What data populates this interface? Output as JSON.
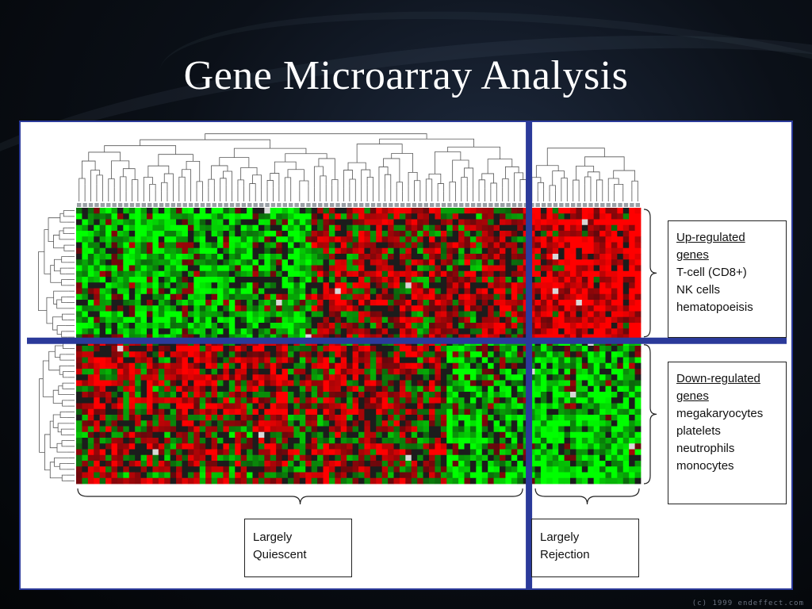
{
  "slide": {
    "title": "Gene Microarray Analysis",
    "credit": "(c) 1999 endeffect.com"
  },
  "colors": {
    "divider": "#2b3a9a",
    "up": "#ff1a1a",
    "down": "#22ff22",
    "neutral": "#1a1a1a"
  },
  "figure": {
    "upregulated": {
      "heading": "Up-regulated genes",
      "items": [
        "T-cell (CD8+)",
        "NK cells",
        "hematopoeisis"
      ]
    },
    "downregulated": {
      "heading_line1": "Down-regulated",
      "heading_line2": "genes",
      "items": [
        "megakaryocytes",
        "platelets",
        "neutrophils",
        "monocytes"
      ]
    },
    "groups": {
      "quiescent": {
        "line1": "Largely",
        "line2": "Quiescent"
      },
      "rejection": {
        "line1": "Largely",
        "line2": "Rejection"
      }
    }
  }
}
